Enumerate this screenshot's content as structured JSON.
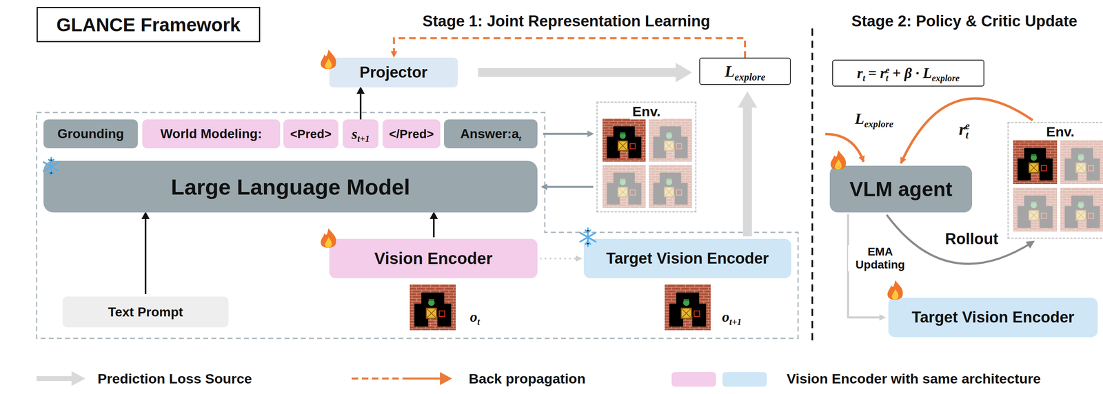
{
  "diagram": {
    "title": "GLANCE Framework",
    "nodes": [
      {
        "text": [
          "Projector"
        ]
      },
      {
        "text": [
          "L",
          "explore"
        ]
      },
      {
        "text": [
          "Env."
        ]
      },
      {
        "text": [
          "Grounding"
        ]
      },
      {
        "text": [
          "World Modeling:"
        ]
      },
      {
        "text": [
          "<Pred>"
        ]
      },
      {
        "text": [
          "s",
          "t+1"
        ]
      },
      {
        "text": [
          "</Pred>"
        ]
      },
      {
        "text": [
          "Answer:a",
          "t"
        ]
      },
      {
        "text": [
          "Large Language Model"
        ]
      },
      {
        "text": [
          "Vision Encoder"
        ]
      },
      {
        "text": [
          "Target Vision Encoder"
        ]
      },
      {
        "text": [
          "Text Prompt"
        ]
      },
      {
        "text": [
          "r",
          "t",
          "= r",
          "t",
          "e",
          "+ β · L",
          "explore"
        ]
      },
      {
        "text": [
          "VLM agent"
        ]
      },
      {
        "text": [
          "Env."
        ]
      },
      {
        "text": [
          "Target Vision Encoder"
        ]
      }
    ],
    "edges": [
      {
        "from": 6,
        "to": 0,
        "arrow": "to"
      },
      {
        "from": 0,
        "to": 1,
        "arrow": "to"
      },
      {
        "from": 1,
        "to": 0,
        "arrow": "to"
      },
      {
        "from": 8,
        "to": 2,
        "arrow": "to"
      },
      {
        "from": 2,
        "to": 9,
        "arrow": "to"
      },
      {
        "from": 12,
        "to": 9,
        "arrow": "to"
      },
      {
        "from": 10,
        "to": 9,
        "arrow": "to"
      },
      {
        "from": 10,
        "to": 11,
        "arrow": "to"
      },
      {
        "from": 11,
        "to": 1,
        "arrow": "to"
      },
      {
        "from": 15,
        "to": 14,
        "arrow": "to"
      },
      {
        "from": 14,
        "to": 15,
        "label": "Rollout",
        "arrow": "to"
      },
      {
        "from": 14,
        "to": 16,
        "label": "EMA Updating",
        "arrow": "to"
      }
    ],
    "labels": [
      "Stage 1: Joint Representation Learning",
      "Stage 2: Policy & Critic Update",
      "L",
      "explore",
      "r",
      "t",
      "e",
      "o",
      "t",
      "o",
      "t+1"
    ],
    "legend": [
      {
        "text": "Prediction Loss Source"
      },
      {
        "text": "Back propagation"
      },
      {
        "text": "Vision Encoder with same architecture",
        "color": "#f3cde9"
      }
    ]
  }
}
